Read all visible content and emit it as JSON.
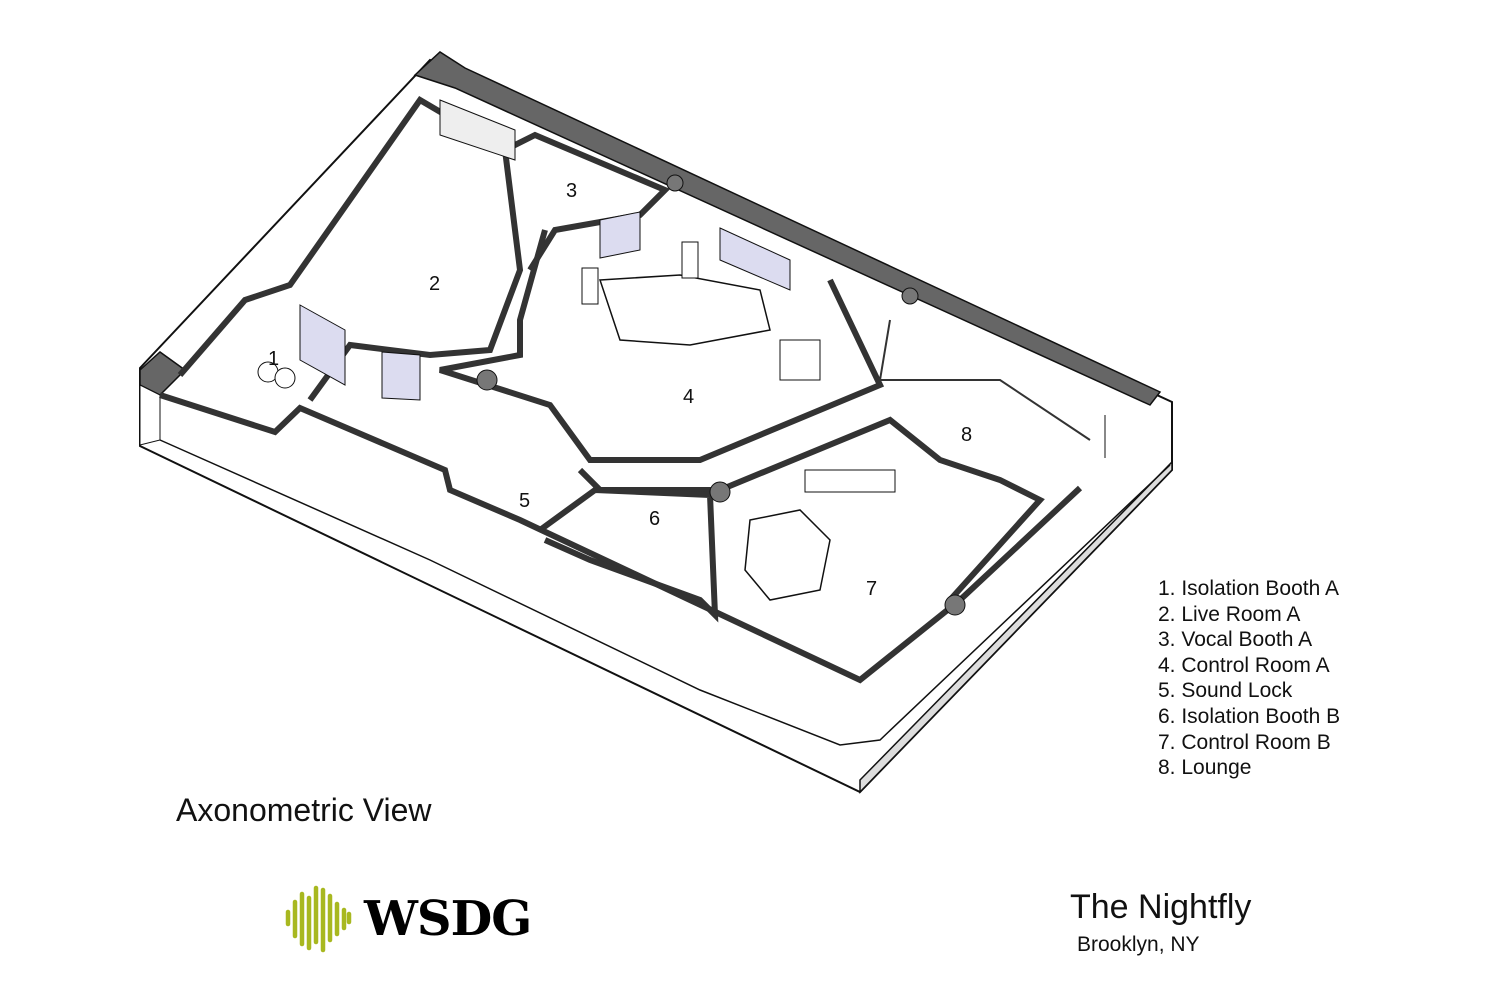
{
  "diagram": {
    "view_title": "Axonometric View",
    "rooms": [
      {
        "number": "1",
        "name": "Isolation Booth A"
      },
      {
        "number": "2",
        "name": "Live Room A"
      },
      {
        "number": "3",
        "name": "Vocal Booth A"
      },
      {
        "number": "4",
        "name": "Control Room A"
      },
      {
        "number": "5",
        "name": "Sound Lock"
      },
      {
        "number": "6",
        "name": "Isolation Booth B"
      },
      {
        "number": "7",
        "name": "Control Room B"
      },
      {
        "number": "8",
        "name": "Lounge"
      }
    ],
    "legend": [
      "1. Isolation Booth A",
      "2. Live Room A",
      "3. Vocal Booth A",
      "4. Control Room A",
      "5. Sound Lock",
      "6. Isolation Booth B",
      "7. Control Room B",
      "8. Lounge"
    ]
  },
  "branding": {
    "logo_text": "WSDG",
    "logo_color": "#a8b820"
  },
  "project": {
    "name": "The Nightfly",
    "location": "Brooklyn, NY"
  },
  "colors": {
    "wall": "#555555",
    "glass": "#dcdcf0",
    "line": "#111111"
  }
}
